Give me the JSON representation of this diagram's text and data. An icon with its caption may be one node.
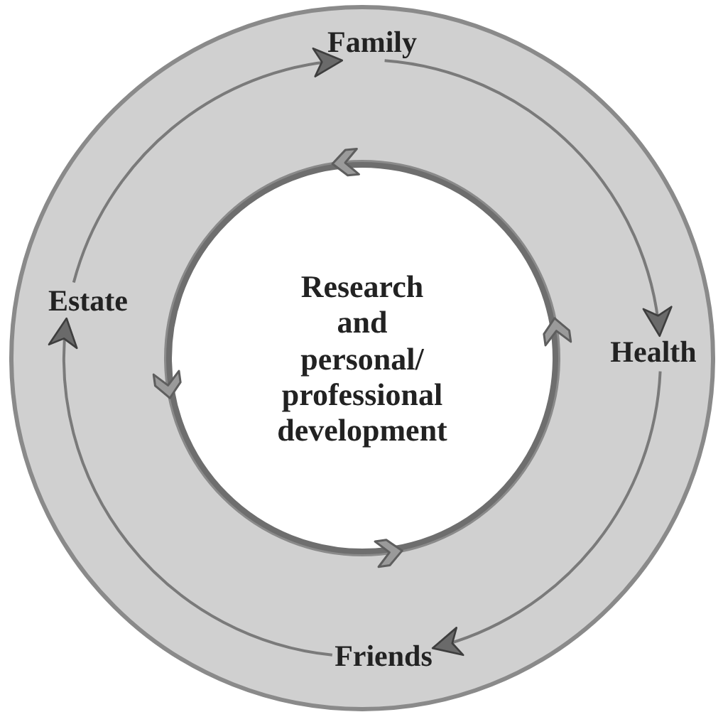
{
  "diagram": {
    "nodes": [
      {
        "text": [
          "Family"
        ]
      },
      {
        "text": [
          "Health"
        ]
      },
      {
        "text": [
          "Friends"
        ]
      },
      {
        "text": [
          "Estate"
        ]
      },
      {
        "text": [
          "Research and personal/ professional development"
        ]
      }
    ],
    "edges": [
      {
        "from": 0,
        "to": 1,
        "arrow": "to"
      },
      {
        "from": 1,
        "to": 2,
        "arrow": "to"
      },
      {
        "from": 2,
        "to": 3,
        "arrow": "to"
      },
      {
        "from": 3,
        "to": 0,
        "arrow": "to"
      }
    ]
  }
}
